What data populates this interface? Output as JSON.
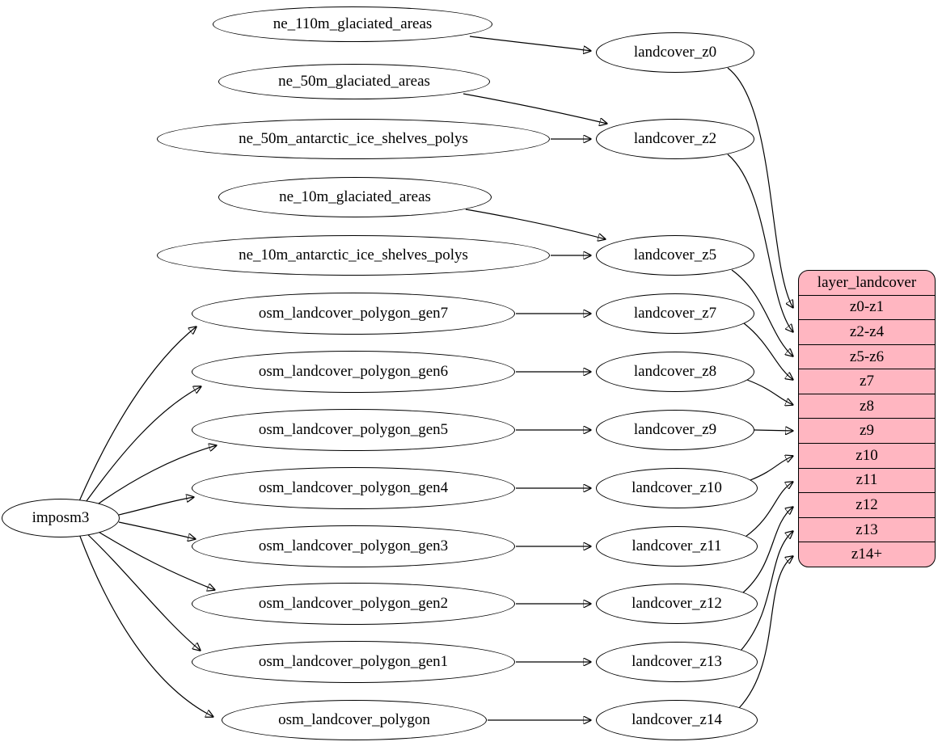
{
  "diagram": {
    "tool_node": "imposm3",
    "sources": [
      "ne_110m_glaciated_areas",
      "ne_50m_glaciated_areas",
      "ne_50m_antarctic_ice_shelves_polys",
      "ne_10m_glaciated_areas",
      "ne_10m_antarctic_ice_shelves_polys",
      "osm_landcover_polygon_gen7",
      "osm_landcover_polygon_gen6",
      "osm_landcover_polygon_gen5",
      "osm_landcover_polygon_gen4",
      "osm_landcover_polygon_gen3",
      "osm_landcover_polygon_gen2",
      "osm_landcover_polygon_gen1",
      "osm_landcover_polygon"
    ],
    "targets": [
      "landcover_z0",
      "landcover_z2",
      "landcover_z5",
      "landcover_z7",
      "landcover_z8",
      "landcover_z9",
      "landcover_z10",
      "landcover_z11",
      "landcover_z12",
      "landcover_z13",
      "landcover_z14"
    ],
    "table": {
      "title": "layer_landcover",
      "rows": [
        "z0-z1",
        "z2-z4",
        "z5-z6",
        "z7",
        "z8",
        "z9",
        "z10",
        "z11",
        "z12",
        "z13",
        "z14+"
      ]
    },
    "edges": [
      {
        "from": "imposm3",
        "to": "osm_landcover_polygon_gen7"
      },
      {
        "from": "imposm3",
        "to": "osm_landcover_polygon_gen6"
      },
      {
        "from": "imposm3",
        "to": "osm_landcover_polygon_gen5"
      },
      {
        "from": "imposm3",
        "to": "osm_landcover_polygon_gen4"
      },
      {
        "from": "imposm3",
        "to": "osm_landcover_polygon_gen3"
      },
      {
        "from": "imposm3",
        "to": "osm_landcover_polygon_gen2"
      },
      {
        "from": "imposm3",
        "to": "osm_landcover_polygon_gen1"
      },
      {
        "from": "imposm3",
        "to": "osm_landcover_polygon"
      },
      {
        "from": "ne_110m_glaciated_areas",
        "to": "landcover_z0"
      },
      {
        "from": "ne_50m_glaciated_areas",
        "to": "landcover_z2"
      },
      {
        "from": "ne_50m_antarctic_ice_shelves_polys",
        "to": "landcover_z2"
      },
      {
        "from": "ne_10m_glaciated_areas",
        "to": "landcover_z5"
      },
      {
        "from": "ne_10m_antarctic_ice_shelves_polys",
        "to": "landcover_z5"
      },
      {
        "from": "osm_landcover_polygon_gen7",
        "to": "landcover_z7"
      },
      {
        "from": "osm_landcover_polygon_gen6",
        "to": "landcover_z8"
      },
      {
        "from": "osm_landcover_polygon_gen5",
        "to": "landcover_z9"
      },
      {
        "from": "osm_landcover_polygon_gen4",
        "to": "landcover_z10"
      },
      {
        "from": "osm_landcover_polygon_gen3",
        "to": "landcover_z11"
      },
      {
        "from": "osm_landcover_polygon_gen2",
        "to": "landcover_z12"
      },
      {
        "from": "osm_landcover_polygon_gen1",
        "to": "landcover_z13"
      },
      {
        "from": "osm_landcover_polygon",
        "to": "landcover_z14"
      },
      {
        "from": "landcover_z0",
        "to": "layer_landcover:z0-z1"
      },
      {
        "from": "landcover_z2",
        "to": "layer_landcover:z2-z4"
      },
      {
        "from": "landcover_z5",
        "to": "layer_landcover:z5-z6"
      },
      {
        "from": "landcover_z7",
        "to": "layer_landcover:z7"
      },
      {
        "from": "landcover_z8",
        "to": "layer_landcover:z8"
      },
      {
        "from": "landcover_z9",
        "to": "layer_landcover:z9"
      },
      {
        "from": "landcover_z10",
        "to": "layer_landcover:z10"
      },
      {
        "from": "landcover_z11",
        "to": "layer_landcover:z11"
      },
      {
        "from": "landcover_z12",
        "to": "layer_landcover:z12"
      },
      {
        "from": "landcover_z13",
        "to": "layer_landcover:z13"
      },
      {
        "from": "landcover_z14",
        "to": "layer_landcover:z14+"
      }
    ],
    "colors": {
      "background": "#ffffff",
      "node_fill": "#ffffff",
      "node_stroke": "#000000",
      "edge": "#000000",
      "table_fill": "#ffb6c1"
    }
  }
}
